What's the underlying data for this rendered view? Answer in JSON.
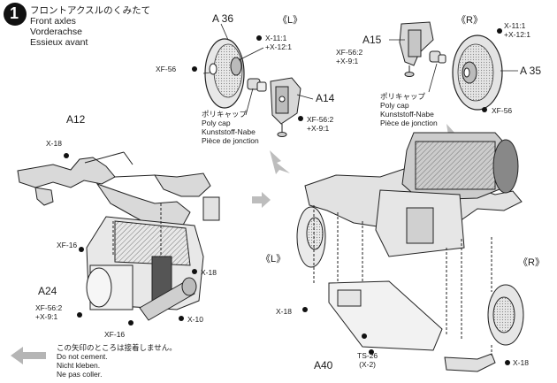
{
  "step": {
    "number": "1",
    "title_ja": "フロントアクスルのくみたて",
    "title_en": "Front axles",
    "title_de": "Vorderachse",
    "title_fr": "Essieux avant"
  },
  "sides": {
    "left_top": "《L》",
    "right_top": "《R》",
    "left_bottom": "《L》",
    "right_bottom": "《R》"
  },
  "parts": {
    "a36": "A 36",
    "a15": "A15",
    "a35": "A 35",
    "a14": "A14",
    "a12": "A12",
    "a24": "A24",
    "a40": "A40"
  },
  "screws": {
    "x11_x12_left": [
      "X-11:1",
      "+X-12:1"
    ],
    "xf56_left": "XF-56",
    "xf56_2_a14": [
      "XF-56:2",
      "+X-9:1"
    ],
    "x11_x12_right": [
      "X-11:1",
      "+X-12:1"
    ],
    "xf56_2_a15": [
      "XF-56:2",
      "+X-9:1"
    ],
    "xf56_right": "XF-56",
    "x18_a12": "X-18",
    "xf16_top": "XF-16",
    "xf56_2_a24": [
      "XF-56:2",
      "+X-9:1"
    ],
    "xf16_bottom": "XF-16",
    "x18_mid": "X-18",
    "x10": "X-10",
    "x18_bottom_left": "X-18",
    "ts26": [
      "TS-26",
      "(X-2)"
    ],
    "x18_bottom_right": "X-18"
  },
  "poly_cap_left": [
    "ポリキャップ",
    "Poly cap",
    "Kunststoff-Nabe",
    "Pièce de jonction"
  ],
  "poly_cap_right": [
    "ポリキャップ",
    "Poly cap",
    "Kunststoff-Nabe",
    "Pièce de jonction"
  ],
  "legend": {
    "ja": "この矢印のところは接着しません。",
    "en": "Do not cement.",
    "de": "Nicht kleben.",
    "fr": "Ne pas coller."
  }
}
